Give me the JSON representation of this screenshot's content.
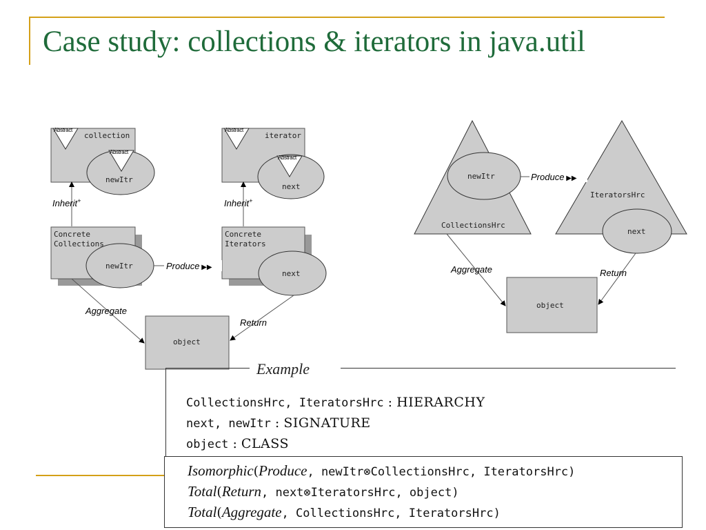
{
  "title": "Case study: collections & iterators in java.util",
  "left_diagram": {
    "collection_label": "collection",
    "iterator_label": "iterator",
    "abstract_label": "Abstract",
    "newitr_label": "newItr",
    "next_label": "next",
    "concrete_collections_line1": "Concrete",
    "concrete_collections_line2": "Collections",
    "concrete_iterators_line1": "Concrete",
    "concrete_iterators_line2": "Iterators",
    "inherit_label": "Inherit",
    "inherit_sup": "+",
    "produce_label": "Produce",
    "aggregate_label": "Aggregate",
    "return_label": "Return",
    "object_label": "object"
  },
  "right_diagram": {
    "newitr_label": "newItr",
    "produce_label": "Produce",
    "collections_hrc_label": "CollectionsHrc",
    "iterators_hrc_label": "IteratorsHrc",
    "next_label": "next",
    "aggregate_label": "Aggregate",
    "return_label": "Return",
    "object_label": "object"
  },
  "example": {
    "legend": "Example",
    "row1_code": "CollectionsHrc, IteratorsHrc",
    "row1_sep": " : ",
    "row1_kw": "HIERARCHY",
    "row2_code": "next, newItr",
    "row2_sep": " : ",
    "row2_kw": "SIGNATURE",
    "row3_code": "object",
    "row3_sep": " : ",
    "row3_kw": "CLASS"
  },
  "constraints": {
    "c1_fn": "Isomorphic",
    "c1_arg": "Produce",
    "c1_rest": ", newItr⊗CollectionsHrc, IteratorsHrc)",
    "c2_fn": "Total",
    "c2_arg": "Return",
    "c2_rest": ", next⊗IteratorsHrc, object)",
    "c3_fn": "Total",
    "c3_arg": "Aggregate",
    "c3_rest": ", CollectionsHrc, IteratorsHrc)"
  },
  "colors": {
    "title": "#1f6b3a",
    "accent_rule": "#d4a017",
    "shape_fill": "#cccccc",
    "shadow": "#999999"
  }
}
